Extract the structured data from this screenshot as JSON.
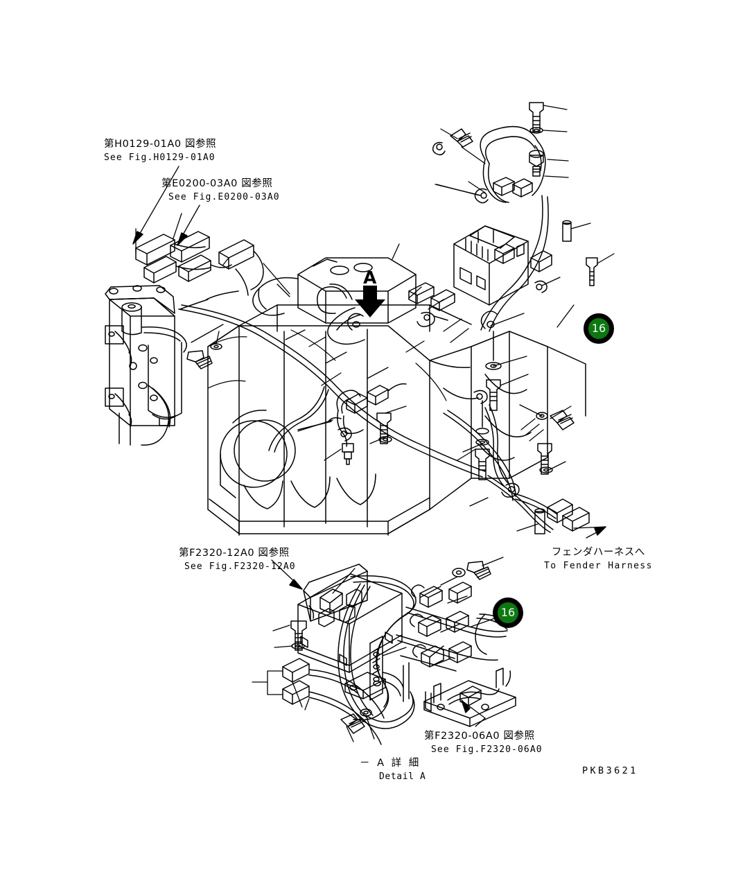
{
  "sheet": {
    "drawing_code": "PKB3621",
    "background_color": "#ffffff",
    "line_color": "#000000",
    "badge_color": "#0a7a0f"
  },
  "section_marker": {
    "letter": "A"
  },
  "callouts": [
    {
      "id": "ref-h0129-01a0",
      "jp": "第H0129-01A0 図参照",
      "en": "See Fig.H0129-01A0"
    },
    {
      "id": "ref-e0200-03a0",
      "jp": "第E0200-03A0 図参照",
      "en": "See Fig.E0200-03A0"
    },
    {
      "id": "ref-f2320-12a0",
      "jp": "第F2320-12A0 図参照",
      "en": "See Fig.F2320-12A0"
    },
    {
      "id": "ref-f2320-06a0",
      "jp": "第F2320-06A0 図参照",
      "en": "See Fig.F2320-06A0"
    },
    {
      "id": "to-fender-harness",
      "jp": "フェンダハーネスへ",
      "en": "To Fender Harness"
    },
    {
      "id": "detail-a",
      "jp": "－ A 詳 細",
      "en": "Detail A"
    }
  ],
  "badges": [
    {
      "id": "badge-main-harness",
      "number": "16"
    },
    {
      "id": "badge-detail-harness",
      "number": "16"
    }
  ]
}
